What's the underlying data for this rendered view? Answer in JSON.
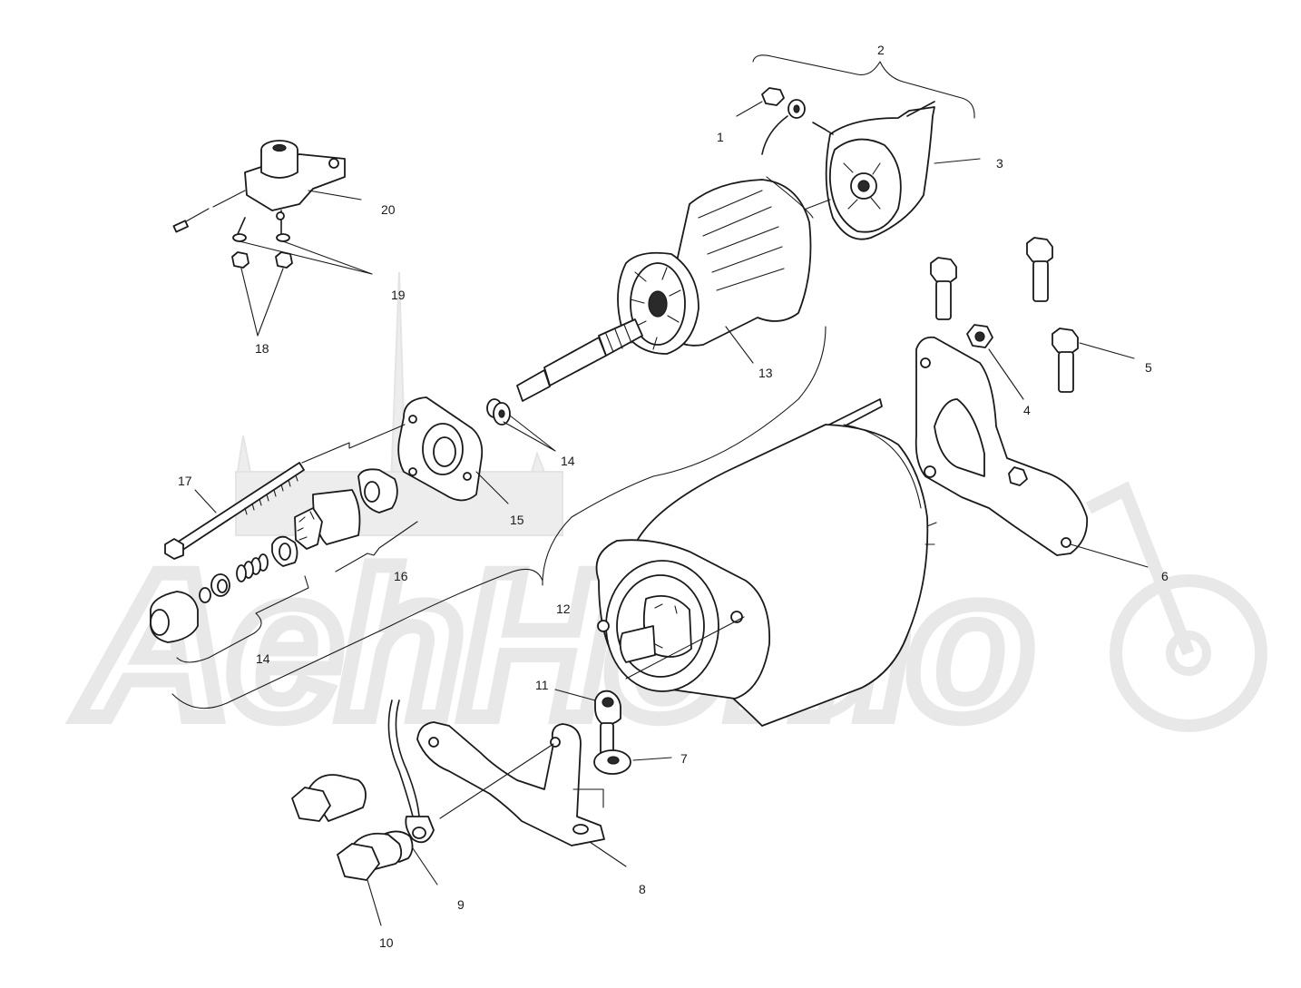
{
  "watermark": {
    "text": "AehHomo"
  },
  "callouts": [
    {
      "id": "1",
      "text": "1"
    },
    {
      "id": "2",
      "text": "2"
    },
    {
      "id": "3",
      "text": "3"
    },
    {
      "id": "4",
      "text": "4"
    },
    {
      "id": "5",
      "text": "5"
    },
    {
      "id": "6",
      "text": "6"
    },
    {
      "id": "7",
      "text": "7"
    },
    {
      "id": "8",
      "text": "8"
    },
    {
      "id": "9",
      "text": "9"
    },
    {
      "id": "10",
      "text": "10"
    },
    {
      "id": "11",
      "text": "11"
    },
    {
      "id": "12",
      "text": "12"
    },
    {
      "id": "13",
      "text": "13"
    },
    {
      "id": "14a",
      "text": "14"
    },
    {
      "id": "14b",
      "text": "14"
    },
    {
      "id": "15",
      "text": "15"
    },
    {
      "id": "16",
      "text": "16"
    },
    {
      "id": "17",
      "text": "17"
    },
    {
      "id": "18",
      "text": "18"
    },
    {
      "id": "19",
      "text": "19"
    },
    {
      "id": "20",
      "text": "20"
    }
  ]
}
